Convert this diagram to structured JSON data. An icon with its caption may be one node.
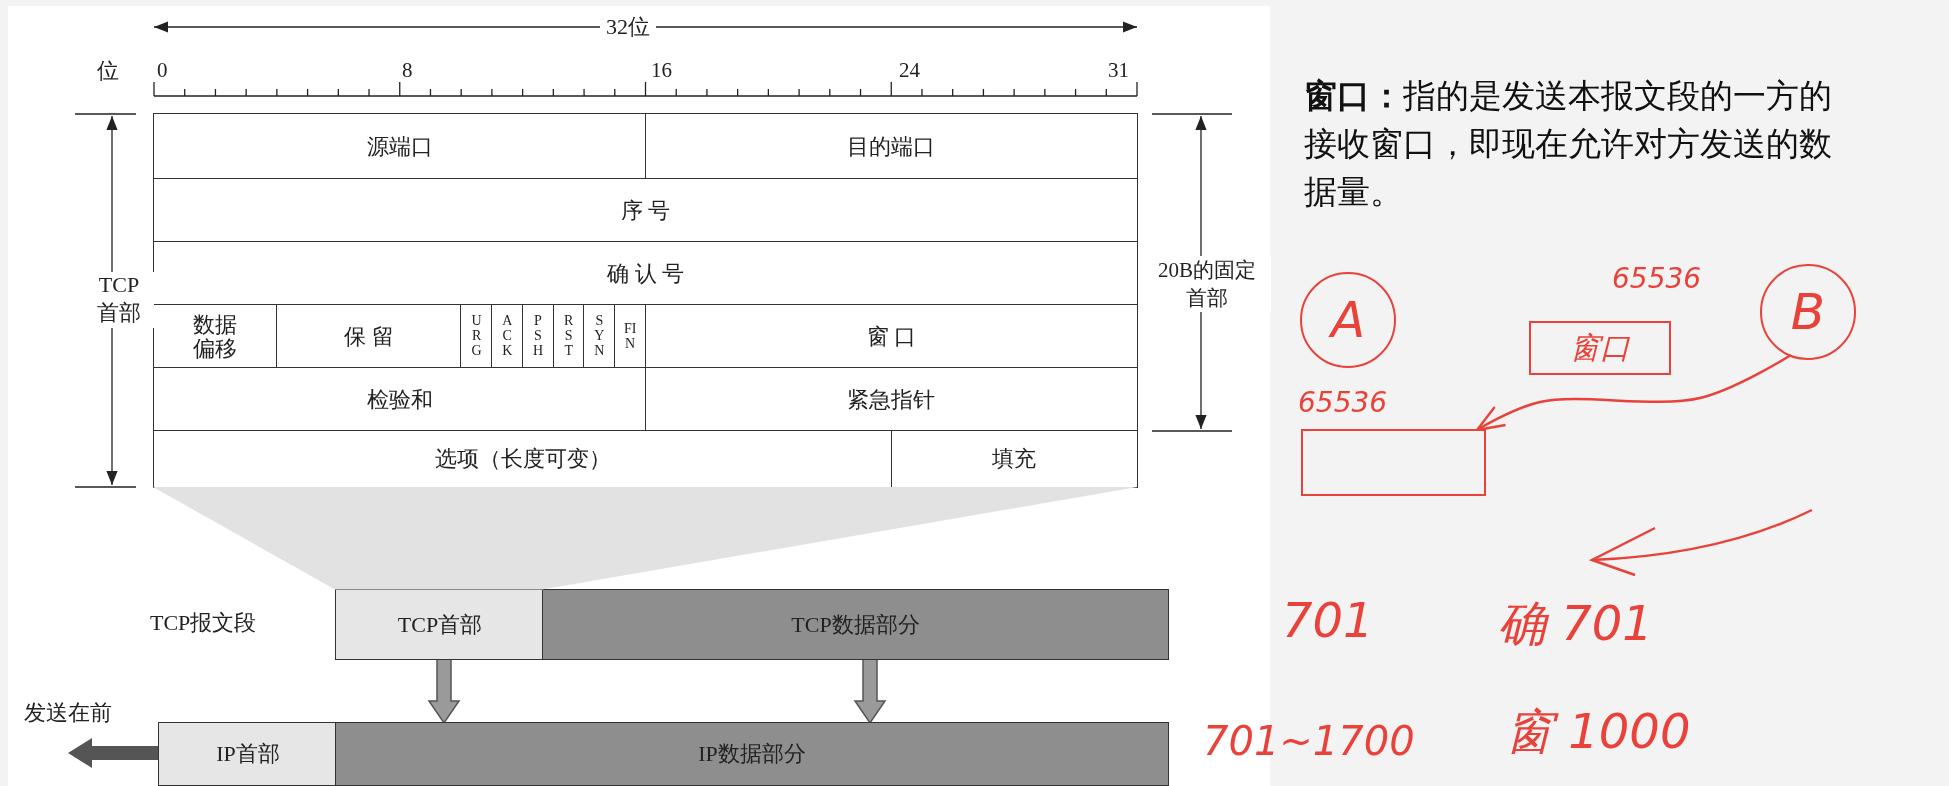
{
  "diagram": {
    "nodes": [
      {
        "text": [
          "源端口"
        ]
      },
      {
        "text": [
          "目的端口"
        ]
      },
      {
        "text": [
          "序 号"
        ]
      },
      {
        "text": [
          "确 认 号"
        ]
      },
      {
        "text": [
          "数据偏移"
        ]
      },
      {
        "text": [
          "保 留"
        ]
      },
      {
        "text": [
          "URG"
        ]
      },
      {
        "text": [
          "ACK"
        ]
      },
      {
        "text": [
          "PSH"
        ]
      },
      {
        "text": [
          "RST"
        ]
      },
      {
        "text": [
          "SYN"
        ]
      },
      {
        "text": [
          "FIN"
        ]
      },
      {
        "text": [
          "窗 口"
        ]
      },
      {
        "text": [
          "检验和"
        ]
      },
      {
        "text": [
          "紧急指针"
        ]
      },
      {
        "text": [
          "选项（长度可变）"
        ]
      },
      {
        "text": [
          "填充"
        ]
      },
      {
        "text": [
          "TCP首部"
        ]
      },
      {
        "text": [
          "TCP数据部分"
        ]
      },
      {
        "text": [
          "IP首部"
        ]
      },
      {
        "text": [
          "IP数据部分"
        ]
      },
      {
        "text": [
          "A"
        ]
      },
      {
        "text": [
          "B"
        ]
      },
      {
        "text": [
          "窗口"
        ],
        "beside": [
          "65536"
        ]
      },
      {
        "text": [],
        "shape": "box",
        "beside": [
          "65536"
        ]
      },
      {
        "text": [],
        "shape": "trapezoid"
      }
    ],
    "edges": [
      {
        "from": 17,
        "to": 20,
        "arrow": "to",
        "style": "thick"
      },
      {
        "from": 18,
        "to": 20,
        "arrow": "to",
        "style": "thick"
      },
      {
        "from": 22,
        "to": 24,
        "arrow": "to",
        "color": "#e8423a"
      }
    ],
    "labels": [
      "32位",
      "位",
      "0",
      "8",
      "16",
      "24",
      "31",
      "TCP首部",
      "20B的固定首部",
      "TCP报文段",
      "发送在前",
      "**窗口：**指的是发送本报文段的一方的接收窗口，即现在允许对方发送的数据量。",
      "701",
      "确 701",
      "701~1700",
      "窗 1000"
    ]
  }
}
